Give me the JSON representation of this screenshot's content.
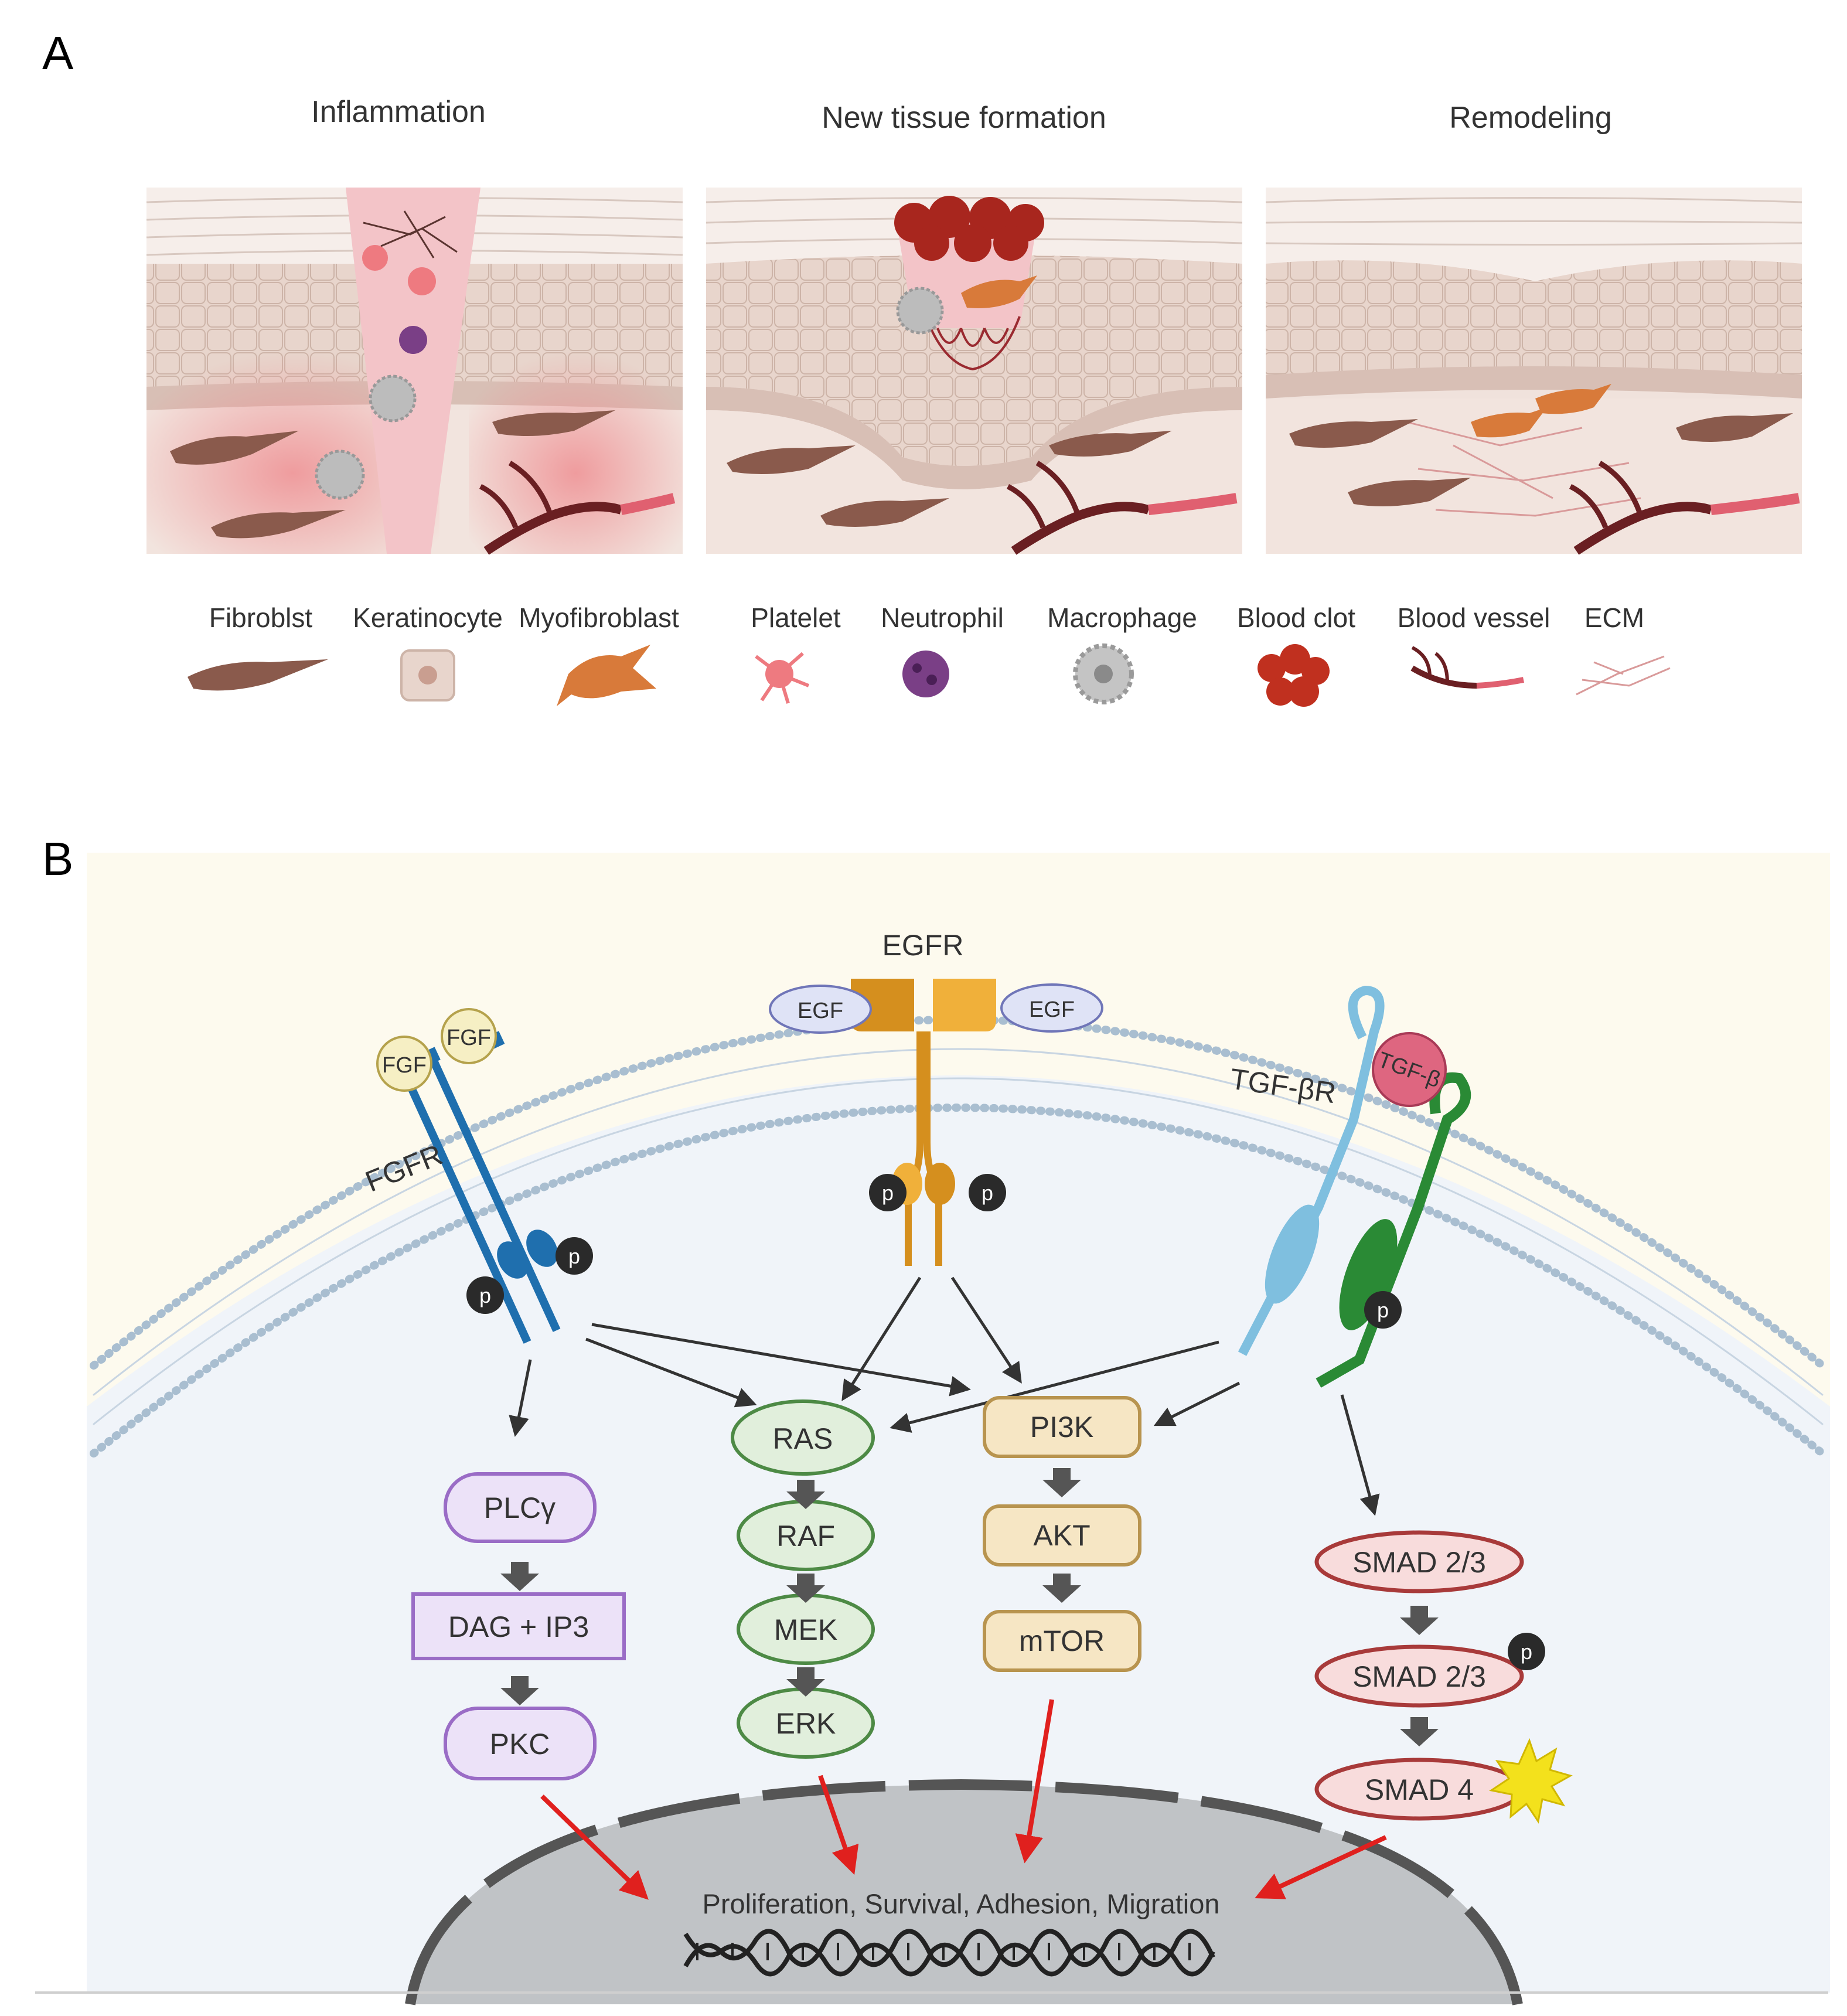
{
  "panel_a": {
    "letter": "A",
    "stages": [
      {
        "title": "Inflammation"
      },
      {
        "title": "New tissue formation"
      },
      {
        "title": "Remodeling"
      }
    ],
    "legend": [
      {
        "label": "Fibroblst",
        "icon": "fibroblast-icon"
      },
      {
        "label": "Keratinocyte",
        "icon": "keratinocyte-icon"
      },
      {
        "label": "Myofibroblast",
        "icon": "myofibroblast-icon"
      },
      {
        "label": "Platelet",
        "icon": "platelet-icon"
      },
      {
        "label": "Neutrophil",
        "icon": "neutrophil-icon"
      },
      {
        "label": "Macrophage",
        "icon": "macrophage-icon"
      },
      {
        "label": "Blood clot",
        "icon": "blood-clot-icon"
      },
      {
        "label": "Blood vessel",
        "icon": "blood-vessel-icon"
      },
      {
        "label": "ECM",
        "icon": "ecm-icon"
      }
    ]
  },
  "panel_b": {
    "letter": "B",
    "receptors": {
      "fgfr": "FGFR",
      "egfr": "EGFR",
      "tgfbr": "TGF-βR"
    },
    "ligands": {
      "fgf": "FGF",
      "egf": "EGF",
      "tgfb": "TGF-β"
    },
    "phospho": "p",
    "pathways": {
      "plc": [
        "PLCγ",
        "DAG + IP3",
        "PKC"
      ],
      "mapk": [
        "RAS",
        "RAF",
        "MEK",
        "ERK"
      ],
      "pi3k": [
        "PI3K",
        "AKT",
        "mTOR"
      ],
      "smad": [
        "SMAD 2/3",
        "SMAD 2/3",
        "SMAD 4"
      ]
    },
    "nucleus_text": "Proliferation, Survival, Adhesion, Migration"
  },
  "colors": {
    "fgfr": "#1f6fae",
    "egfr": "#d58f1e",
    "tgfbr_light": "#7fbfdf",
    "tgfbr_green": "#2a8a35",
    "tgfb_ligand": "#de6680",
    "plc_fill": "#ece2f8",
    "plc_stroke": "#9a6cc6",
    "mapk_fill": "#e1efdc",
    "mapk_stroke": "#4d8a45",
    "pi3k_fill": "#f6e6c4",
    "pi3k_stroke": "#b8944f",
    "smad_fill": "#f8dcdc",
    "smad_stroke": "#a83a3a",
    "nucleus": "#c0c3c6",
    "red_arrow": "#e0201e",
    "cytoplasm": "#f0f4f9",
    "extracellular": "#fdfaee"
  }
}
